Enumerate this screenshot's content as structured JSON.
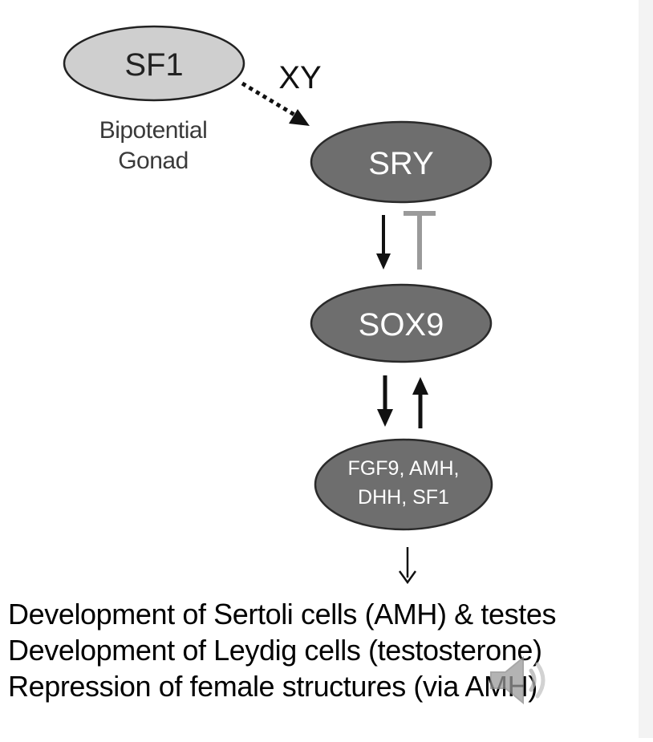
{
  "diagram": {
    "nodes": {
      "sf1": "SF1",
      "sry": "SRY",
      "sox9": "SOX9",
      "targets_line1": "FGF9, AMH,",
      "targets_line2": "DHH, SF1"
    },
    "labels": {
      "xy": "XY",
      "bipotential_line1": "Bipotential",
      "bipotential_line2": "Gonad"
    },
    "outcomes": [
      "Development of Sertoli cells (AMH) & testes",
      "Development of Leydig cells (testosterone)",
      "Repression of female structures (via AMH)"
    ]
  },
  "colors": {
    "sf1_fill": "#cfcfcf",
    "dark_node_fill": "#6e6e6e",
    "inhibition_bar": "#9a9a9a"
  },
  "icons": {
    "audio": "speaker-icon"
  }
}
